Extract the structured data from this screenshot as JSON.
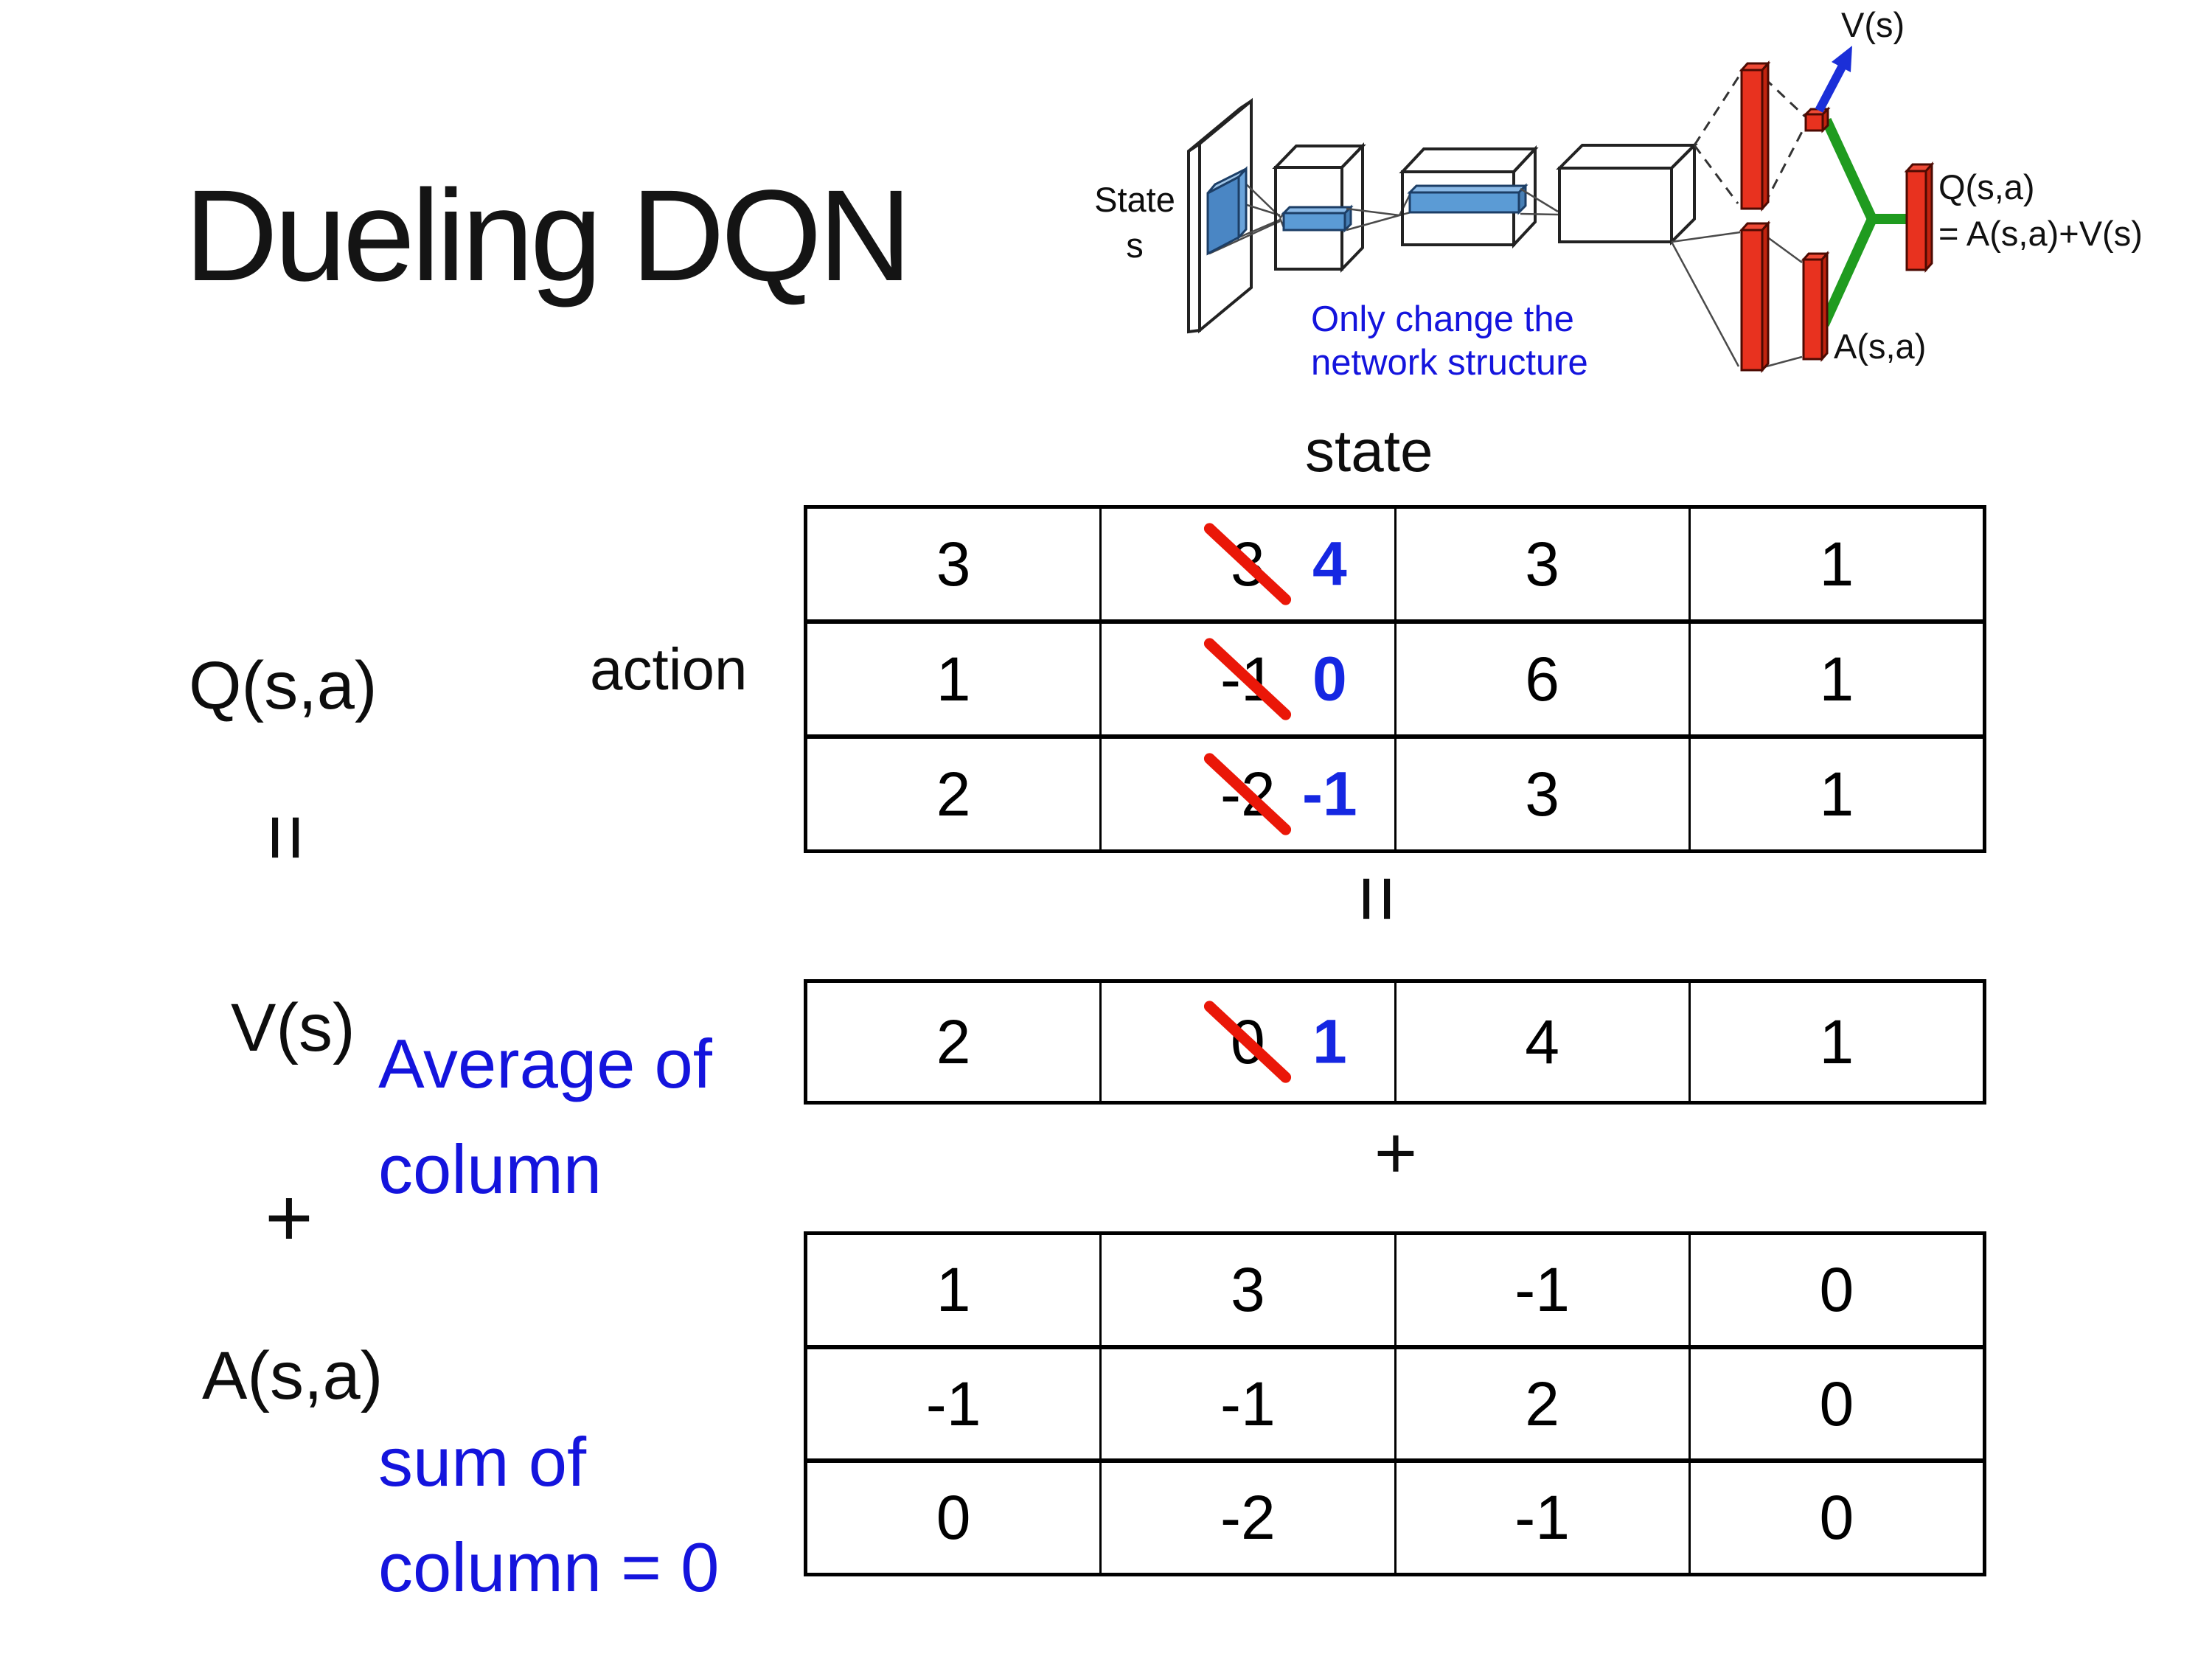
{
  "slide": {
    "title": "Dueling DQN"
  },
  "diagram": {
    "state_label": "State\ns",
    "note": "Only change the\nnetwork structure",
    "v_label": "V(s)",
    "q_label": "Q(s,a)",
    "q_formula": "= A(s,a)+V(s)",
    "a_label": "A(s,a)"
  },
  "equation": {
    "q_label": "Q(s,a)",
    "state_label": "state",
    "action_label": "action",
    "equals_left": "=",
    "equals_mid": "=",
    "plus_left": "+",
    "plus_mid": "+",
    "v_label": "V(s)",
    "a_label": "A(s,a)",
    "avg_note": "Average of\ncolumn",
    "sum_note": "sum of\ncolumn = 0"
  },
  "tables": {
    "q": {
      "rows": [
        [
          {
            "t": "3"
          },
          {
            "t": "3",
            "n": "4"
          },
          {
            "t": "3"
          },
          {
            "t": "1"
          }
        ],
        [
          {
            "t": "1"
          },
          {
            "t": "-1",
            "n": "0"
          },
          {
            "t": "6"
          },
          {
            "t": "1"
          }
        ],
        [
          {
            "t": "2"
          },
          {
            "t": "-2",
            "n": "-1"
          },
          {
            "t": "3"
          },
          {
            "t": "1"
          }
        ]
      ]
    },
    "v": {
      "rows": [
        [
          {
            "t": "2"
          },
          {
            "t": "0",
            "n": "1"
          },
          {
            "t": "4"
          },
          {
            "t": "1"
          }
        ]
      ]
    },
    "a": {
      "rows": [
        [
          {
            "t": "1"
          },
          {
            "t": "3"
          },
          {
            "t": "-1"
          },
          {
            "t": "0"
          }
        ],
        [
          {
            "t": "-1"
          },
          {
            "t": "-1"
          },
          {
            "t": "2"
          },
          {
            "t": "0"
          }
        ],
        [
          {
            "t": "0"
          },
          {
            "t": "-2"
          },
          {
            "t": "-1"
          },
          {
            "t": "0"
          }
        ]
      ]
    }
  },
  "colors": {
    "text_black": "#0d0d0d",
    "annotation_blue": "#1414dd",
    "corrected_digit_blue": "#1527e2",
    "strike_red": "#ea1708",
    "bar_red": "#e8321f",
    "merge_green": "#1f9b1f",
    "arrow_blue": "#1b2fd8",
    "feature_blue": "#5b9bd5"
  }
}
